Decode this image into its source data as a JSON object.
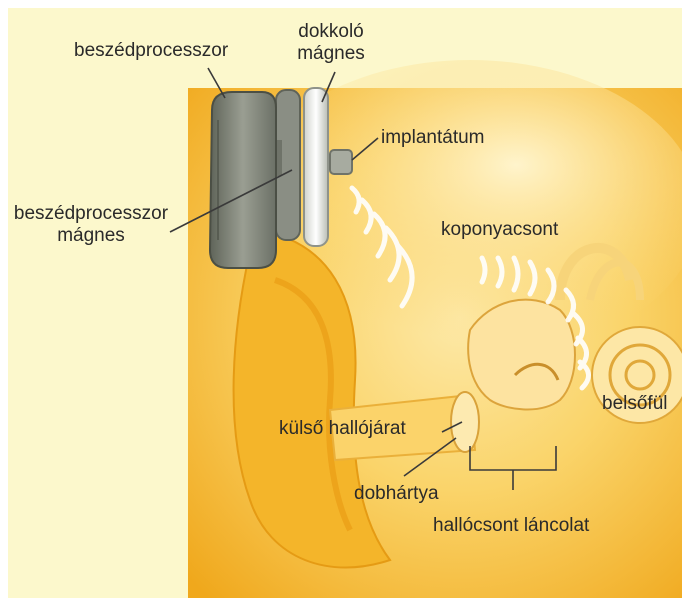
{
  "labels": {
    "speech_processor": "beszédprocesszor",
    "docking_magnet": "dokkoló\nmágnes",
    "implant": "implantátum",
    "processor_magnet": "beszédprocesszor\nmágnes",
    "skull_bone": "koponyacsont",
    "inner_ear": "belsőfül",
    "ear_canal": "külső hallójárat",
    "eardrum": "dobhártya",
    "ossicle_chain": "hallócsont láncolat"
  },
  "colors": {
    "frame": "#ffffff",
    "background": "#fcf8cc",
    "head": "#f6c437",
    "skull_glow": "#fde9a8",
    "device": "#7d8275",
    "line": "#3a3a3a"
  }
}
